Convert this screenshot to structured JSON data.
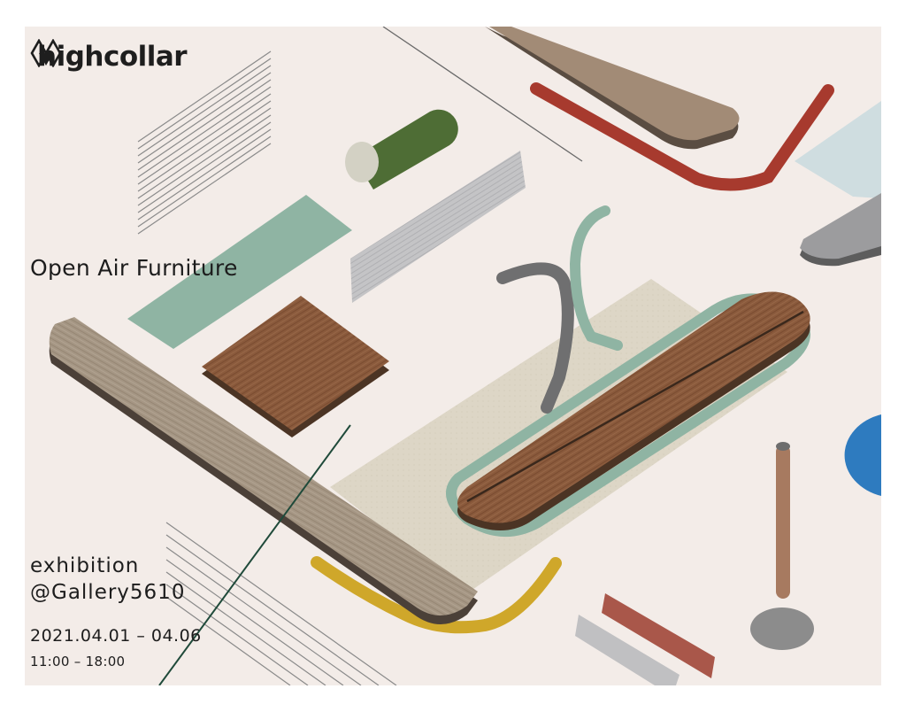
{
  "brand": {
    "name": "highcollar",
    "logo_icon": "diamond-pair-logo"
  },
  "headline": "Open Air Furniture",
  "event": {
    "line1": "exhibition",
    "line2": "@Gallery5610",
    "dates": "2021.04.01 – 04.06",
    "hours": "11:00 – 18:00"
  },
  "palette": {
    "background": "#f3ece8",
    "wood_dark": "#8a5a3c",
    "wood_light": "#a59684",
    "sage": "#8fb4a3",
    "moss": "#4e6d35",
    "red": "#a73a2e",
    "mustard": "#cfa72a",
    "blue": "#2e7bbf",
    "sand": "#dcd4c3",
    "ice": "#cfdde0"
  }
}
